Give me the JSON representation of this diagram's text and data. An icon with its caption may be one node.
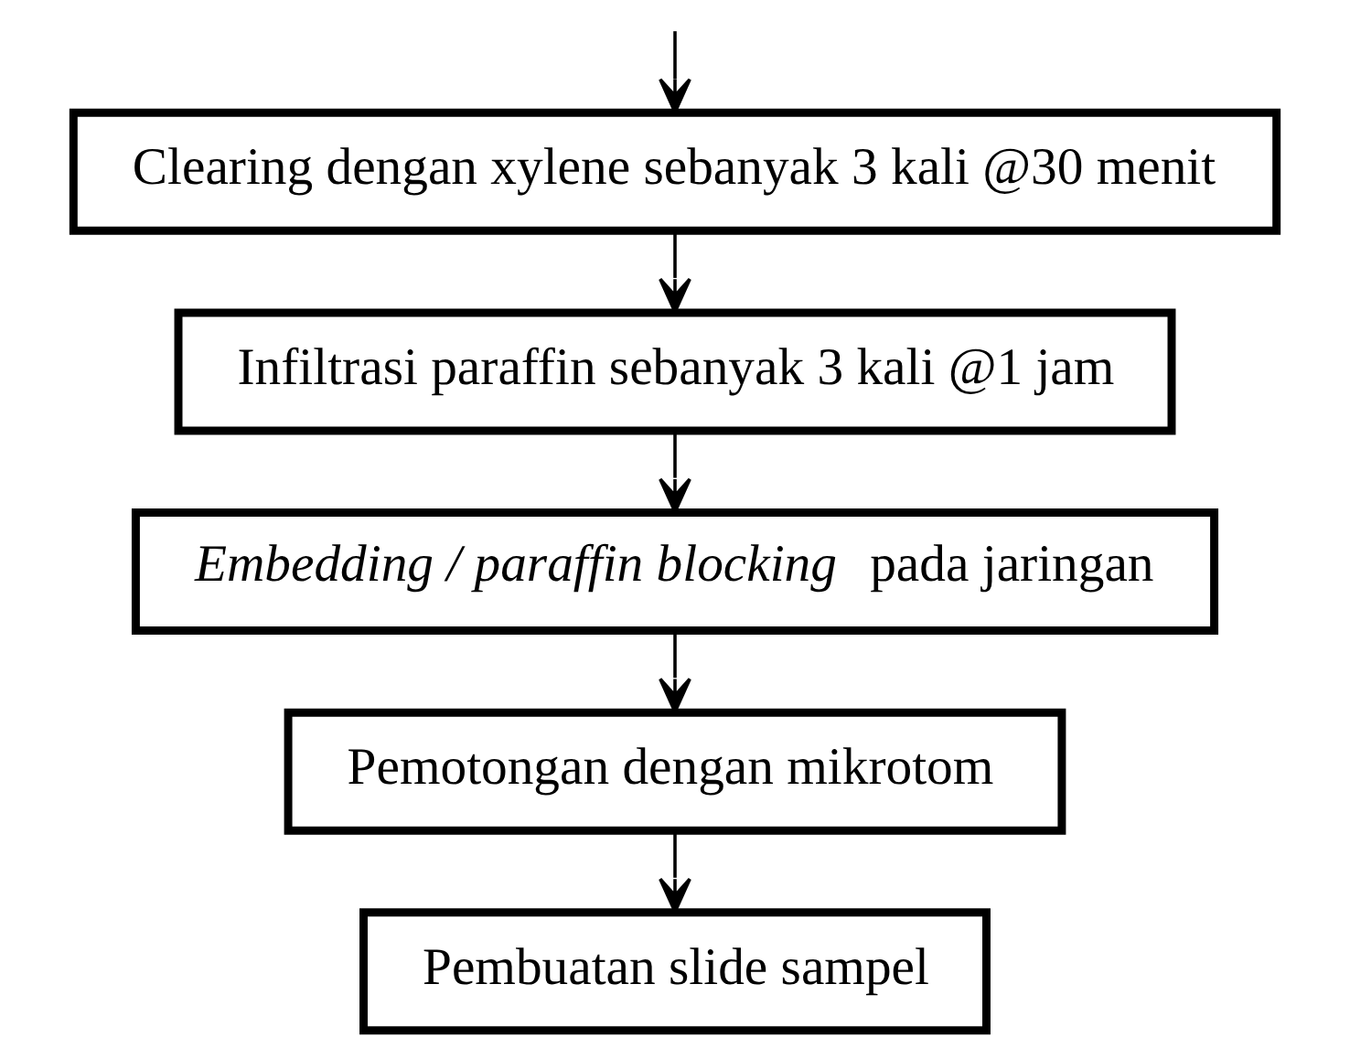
{
  "diagram": {
    "nodes": [
      {
        "text": [
          "Clearing dengan xylene sebanyak 3 kali @30 menit"
        ]
      },
      {
        "text": [
          "Infiltrasi paraffin sebanyak 3 kali @1 jam"
        ]
      },
      {
        "text": [
          "*Embedding / paraffin blocking* pada jaringan"
        ]
      },
      {
        "text": [
          "Pemotongan dengan mikrotom"
        ]
      },
      {
        "text": [
          "Pembuatan slide sampel"
        ]
      }
    ],
    "edges": [
      {
        "from": null,
        "to": 0,
        "arrow": "to"
      },
      {
        "from": 0,
        "to": 1,
        "arrow": "to"
      },
      {
        "from": 1,
        "to": 2,
        "arrow": "to"
      },
      {
        "from": 2,
        "to": 3,
        "arrow": "to"
      },
      {
        "from": 3,
        "to": 4,
        "arrow": "to"
      }
    ]
  }
}
